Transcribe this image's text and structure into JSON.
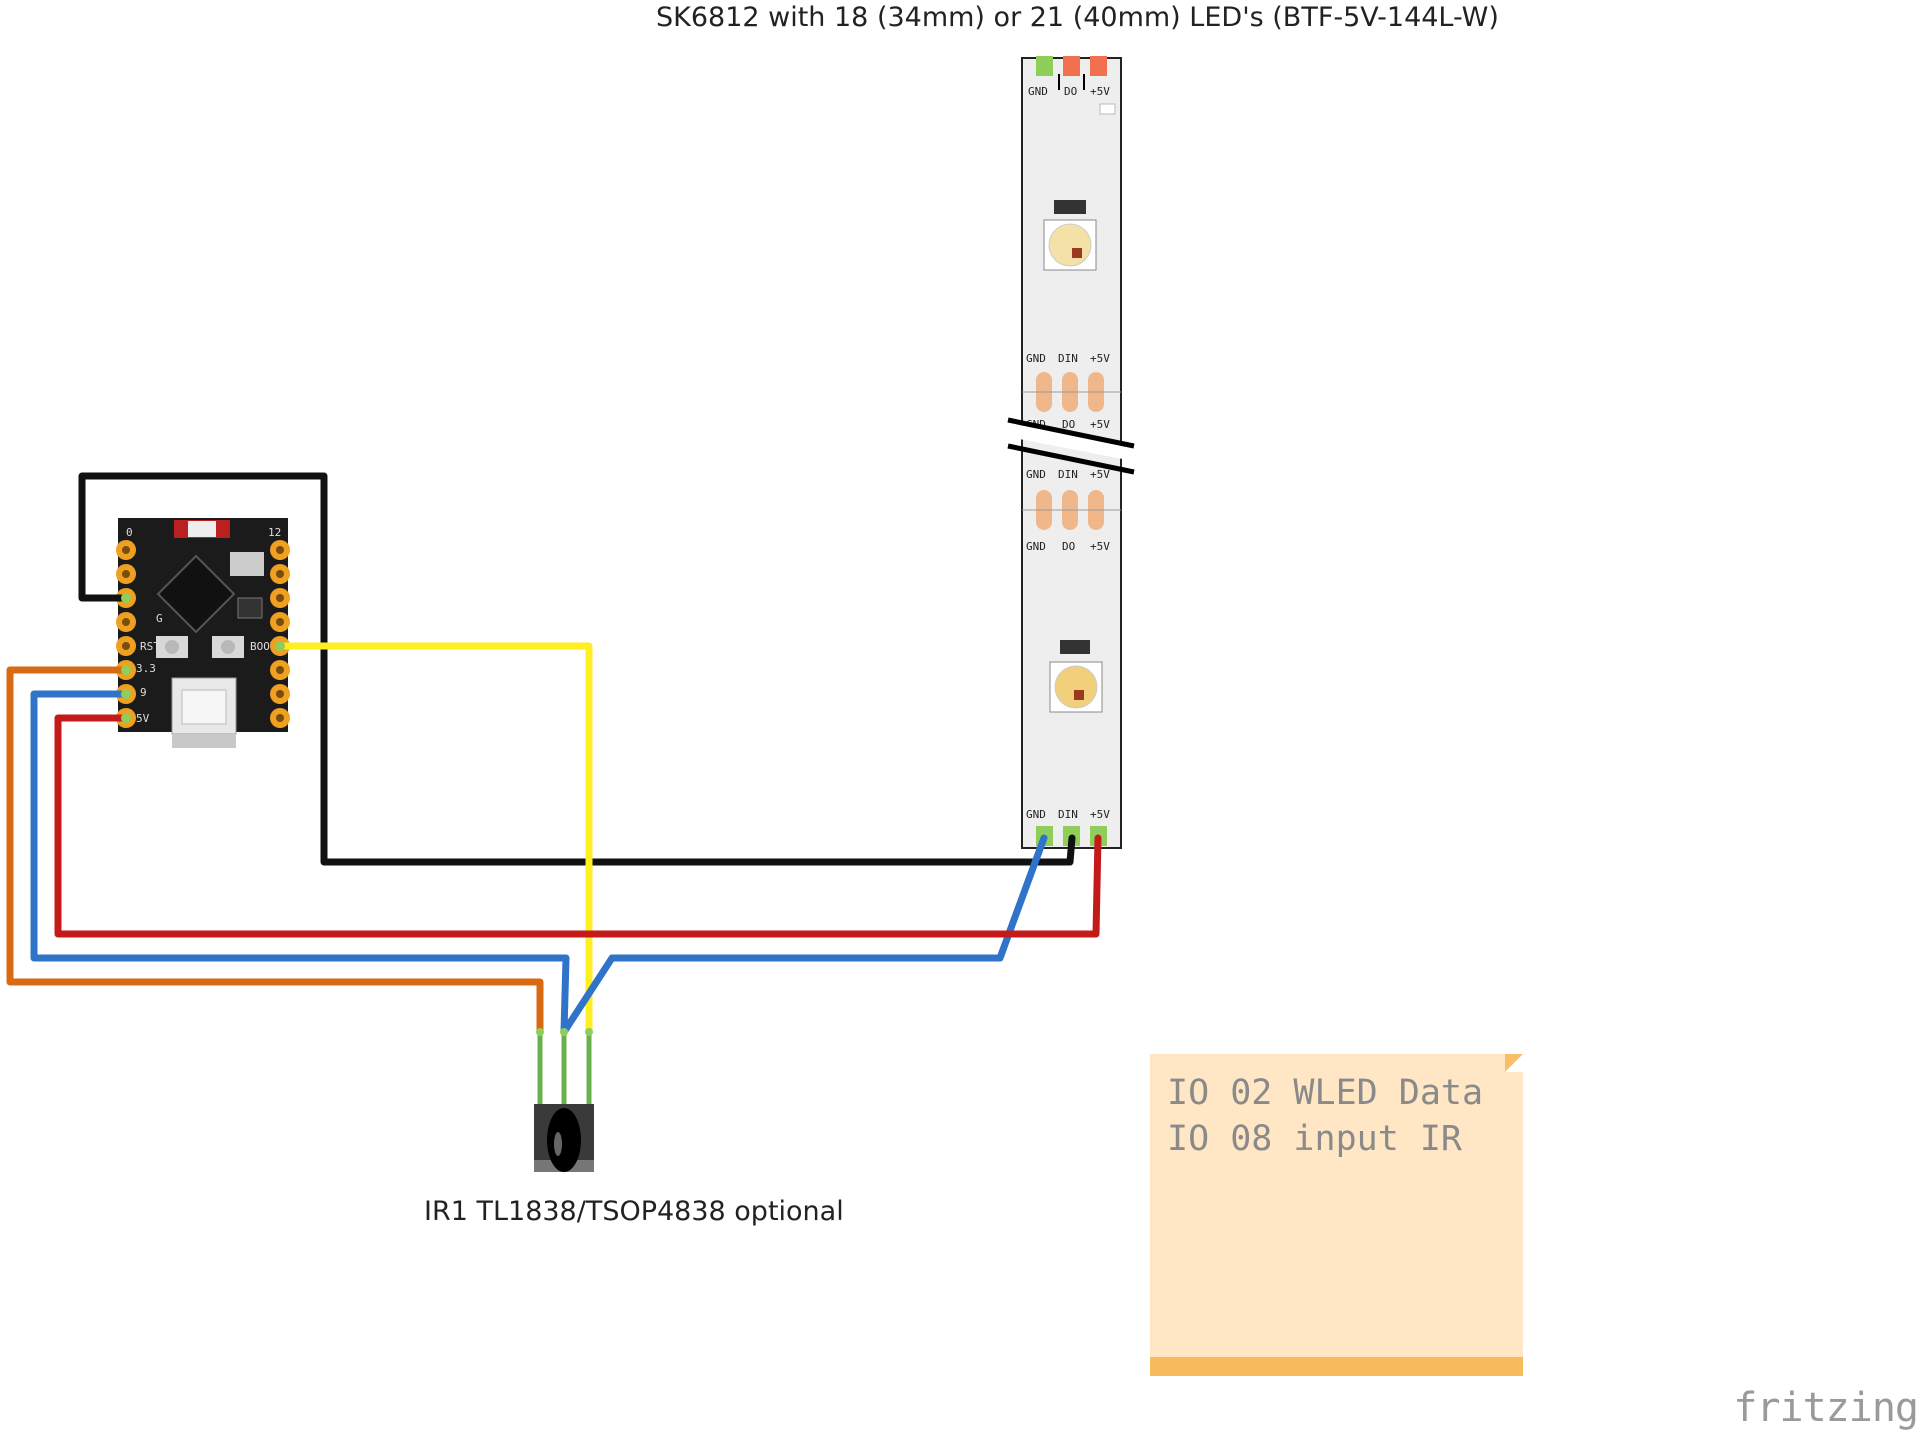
{
  "strip": {
    "title": "SK6812 with 18 (34mm) or 21 (40mm) LED's (BTF-5V-144L-W)",
    "pins_top": [
      "GND",
      "DO",
      "+5V"
    ],
    "pins_bottom": [
      "GND",
      "DIN",
      "+5V"
    ],
    "pins_cut_lower": [
      "GND",
      "DO",
      "+5V"
    ],
    "pins_cut_upper": [
      "GND",
      "DIN",
      "+5V"
    ]
  },
  "board": {
    "pin_labels": {
      "left_top": "0",
      "right_top": "12",
      "rst": "RST",
      "boot": "BOOT",
      "v33": "3.3",
      "gnd": "G",
      "v5": "5V",
      "nine": "9"
    }
  },
  "ir": {
    "label": "IR1 TL1838/TSOP4838 optional"
  },
  "note": {
    "lines": [
      "IO 02 WLED Data",
      "IO 08 input IR"
    ]
  },
  "branding": "fritzing",
  "colors": {
    "wire_black": "#1a1a1a",
    "wire_yellow": "#ffee22",
    "wire_orange": "#d86a12",
    "wire_blue": "#2f74c8",
    "wire_red": "#c41a1a",
    "note_bg": "#ffe7c6",
    "note_bar": "#f7bb5d"
  }
}
